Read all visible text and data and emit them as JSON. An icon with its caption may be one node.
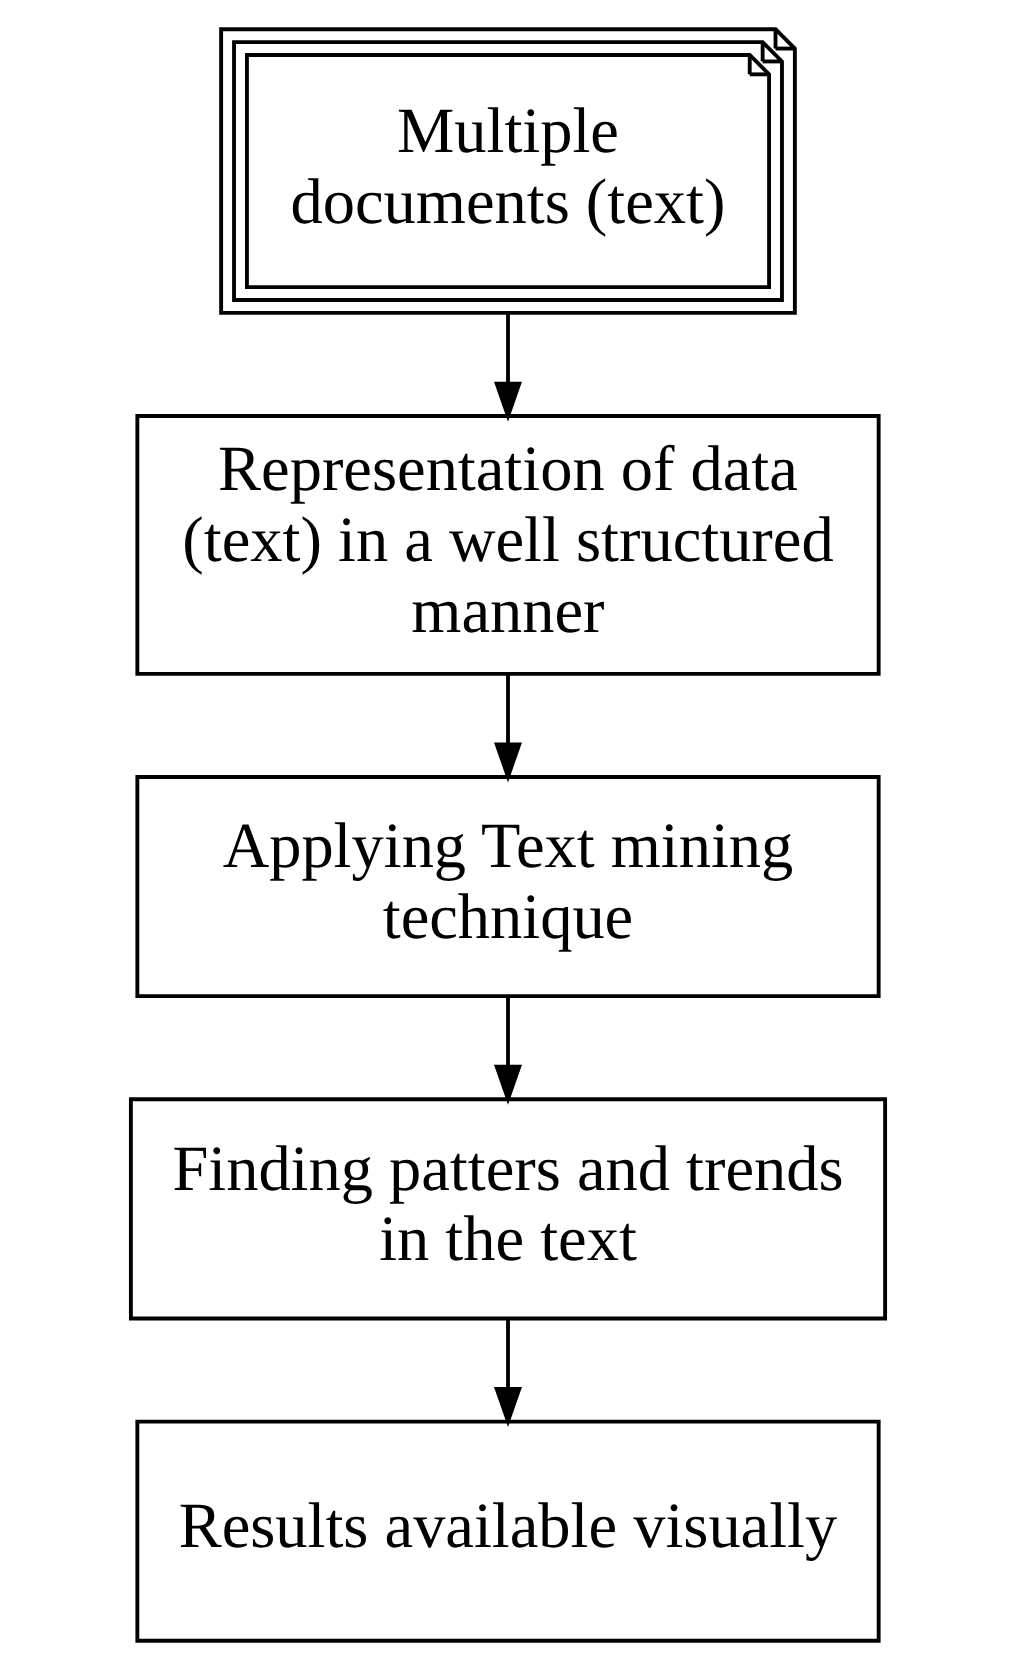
{
  "diagram": {
    "nodes": [
      {
        "text": [
          "Multiple documents (text)"
        ]
      },
      {
        "text": [
          "Representation of data (text) in a well structured manner"
        ]
      },
      {
        "text": [
          "Applying Text mining technique"
        ]
      },
      {
        "text": [
          "Finding patters and trends in the text"
        ]
      },
      {
        "text": [
          "Results available visually"
        ]
      }
    ],
    "edges": [
      {
        "from": 0,
        "to": 1,
        "arrow": "to"
      },
      {
        "from": 1,
        "to": 2,
        "arrow": "to"
      },
      {
        "from": 2,
        "to": 3,
        "arrow": "to"
      },
      {
        "from": 3,
        "to": 4,
        "arrow": "to"
      }
    ]
  }
}
